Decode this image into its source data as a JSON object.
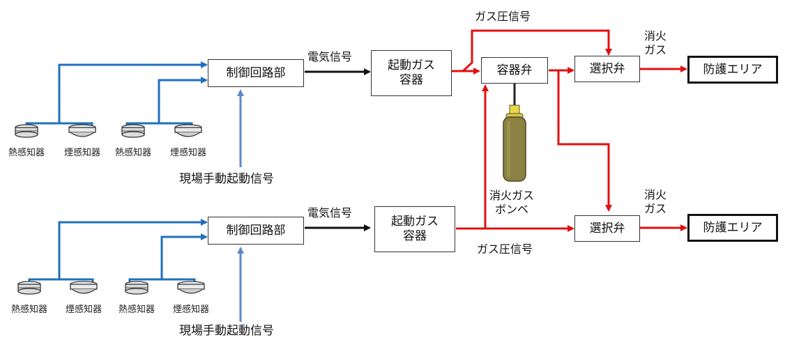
{
  "labels": {
    "control": "制御回路部",
    "start_gas": "起動ガス\n容器",
    "container_valve": "容器弁",
    "select_valve": "選択弁",
    "protect_area": "防護エリア",
    "electric_signal": "電気信号",
    "gas_pressure_signal": "ガス圧信号",
    "fire_gas": "消火\nガス",
    "cylinder": "消火ガス\nボンベ",
    "manual_signal": "現場手動起動信号",
    "heat_detector": "熱感知器",
    "smoke_detector": "煙感知器"
  },
  "colors": {
    "detector_line": "#1f6fbf",
    "manual_line": "#5a8bc7",
    "signal_line": "#111111",
    "gas_line": "#e01010",
    "cylinder_body": "#8b8243",
    "cylinder_neck": "#e8d84a"
  }
}
